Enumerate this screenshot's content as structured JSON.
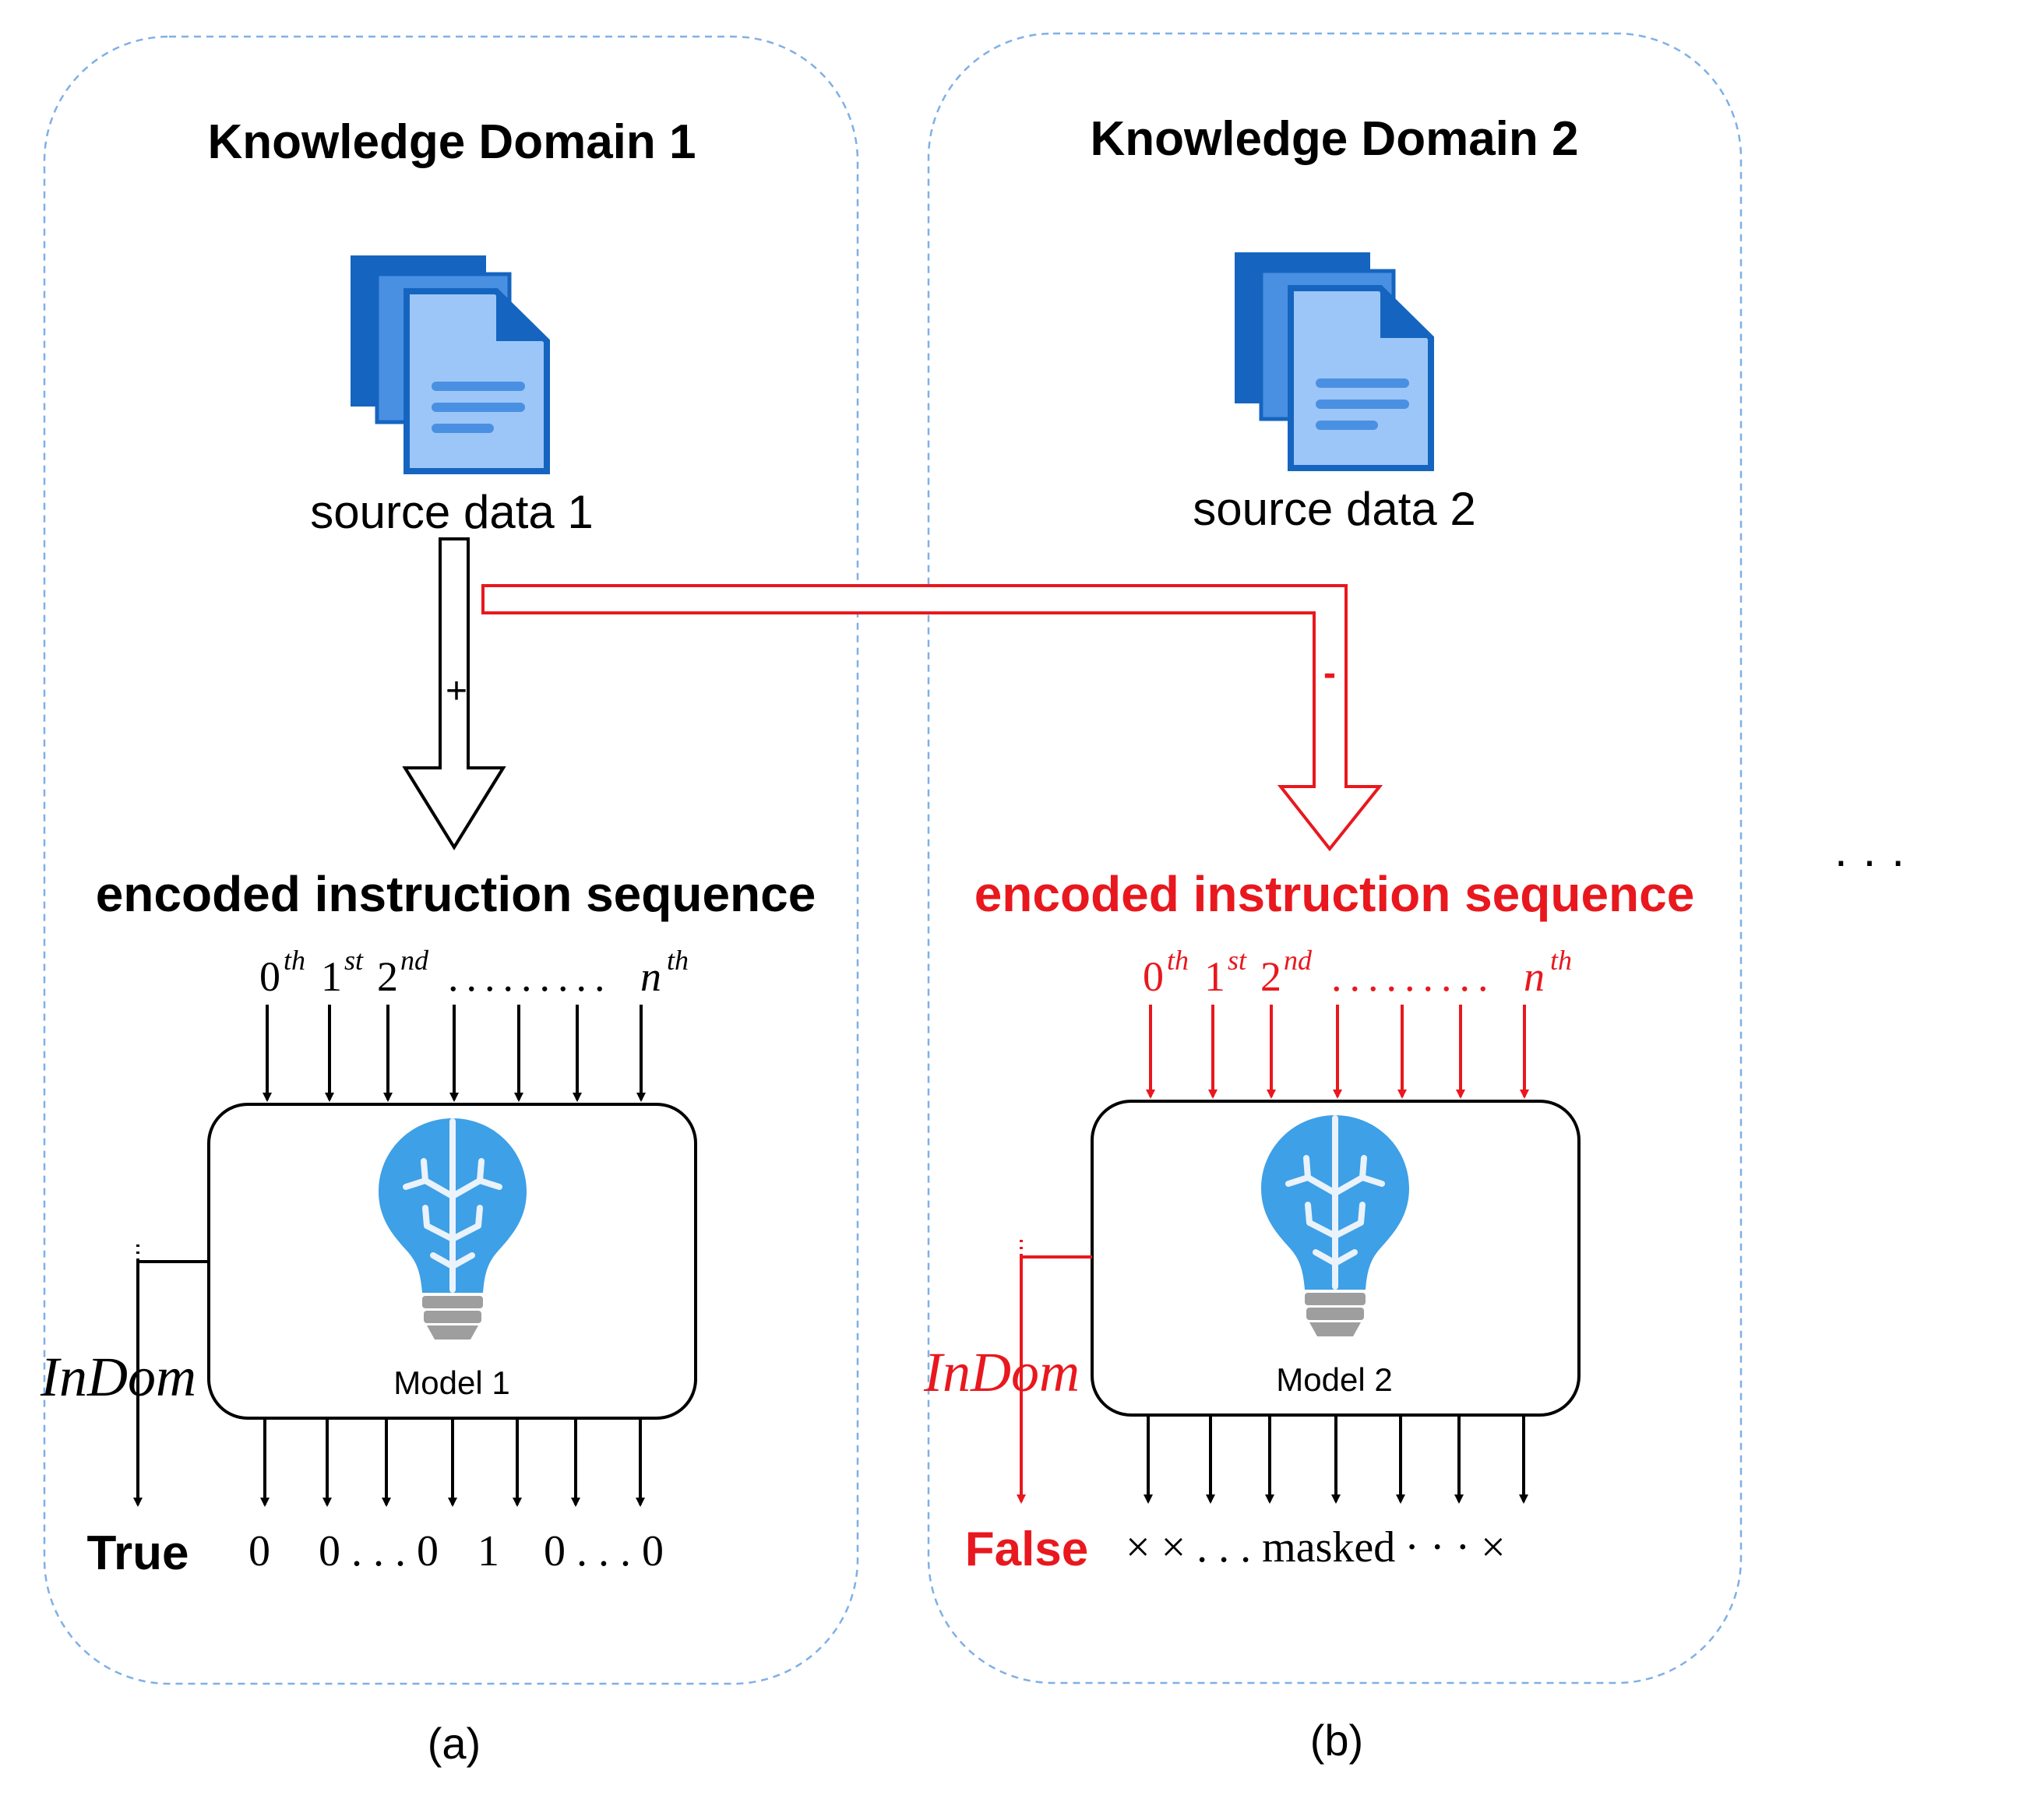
{
  "colors": {
    "domain_border": "#7FB0E6",
    "red": "#E8181E",
    "black": "#000000",
    "doc_dark": "#1565C0",
    "doc_mid": "#4A90E2",
    "doc_light": "#9CC6F7",
    "doc_lines": "#4A90E2",
    "brain": "#3EA0E6",
    "bulb_base": "#9E9E9E"
  },
  "domains": [
    {
      "title": "Knowledge Domain 1",
      "source_label": "source data 1",
      "plus_sign": "+",
      "sequence_title": "encoded instruction sequence",
      "ordinals": {
        "o0": "0",
        "s0": "th",
        "o1": "1",
        "s1": "st",
        "o2": "2",
        "s2": "nd",
        "dots": ".........",
        "on": "n",
        "sn": "th"
      },
      "model_label": "Model 1",
      "indom_label": "InDom",
      "result": "True",
      "outputs": [
        "0",
        "0 . . . 0",
        "1",
        "0 . . . 0"
      ],
      "caption": "(a)"
    },
    {
      "title": "Knowledge Domain 2",
      "source_label": "source data 2",
      "minus_sign": "-",
      "sequence_title": "encoded instruction sequence",
      "ordinals": {
        "o0": "0",
        "s0": "th",
        "o1": "1",
        "s1": "st",
        "o2": "2",
        "s2": "nd",
        "dots": ".........",
        "on": "n",
        "sn": "th"
      },
      "model_label": "Model 2",
      "indom_label": "InDom",
      "result": "False",
      "outputs": [
        "× × . . . masked",
        "· · · ×"
      ],
      "caption": "(b)"
    }
  ],
  "ellipsis": "· · ·"
}
